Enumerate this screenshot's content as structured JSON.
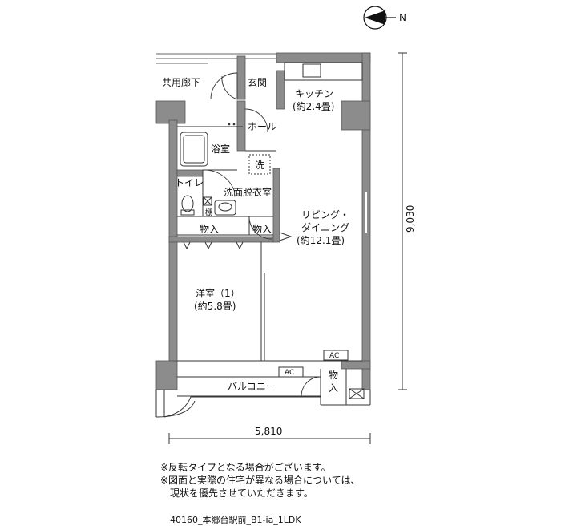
{
  "compass": {
    "north_label": "N",
    "icon": "north-arrow-icon"
  },
  "rooms": {
    "corridor": "共用廊下",
    "entrance": "玄関",
    "kitchen_name": "キッチン",
    "kitchen_size": "(約2.4畳)",
    "hall": "ホール",
    "bath": "浴室",
    "washer": "洗",
    "toilet": "トイレ",
    "shelf": "棚",
    "washroom": "洗面脱衣室",
    "storage_1": "物入",
    "storage_2": "物入",
    "living_line1": "リビング・",
    "living_line2": "ダイニング",
    "living_size": "(約12.1畳)",
    "western_name": "洋室（1）",
    "western_size": "(約5.8畳)",
    "ac_1": "AC",
    "ac_2": "AC",
    "balcony": "バルコニー",
    "balcony_storage_line1": "物",
    "balcony_storage_line2": "入"
  },
  "dimensions": {
    "depth": "9,030",
    "width": "5,810"
  },
  "notes": [
    "※反転タイプとなる場合がございます。",
    "※図面と実際の住宅が異なる場合については、",
    "現状を優先させていただきます。"
  ],
  "caption": "40160_本郷台駅前_B1-ia_1LDK"
}
